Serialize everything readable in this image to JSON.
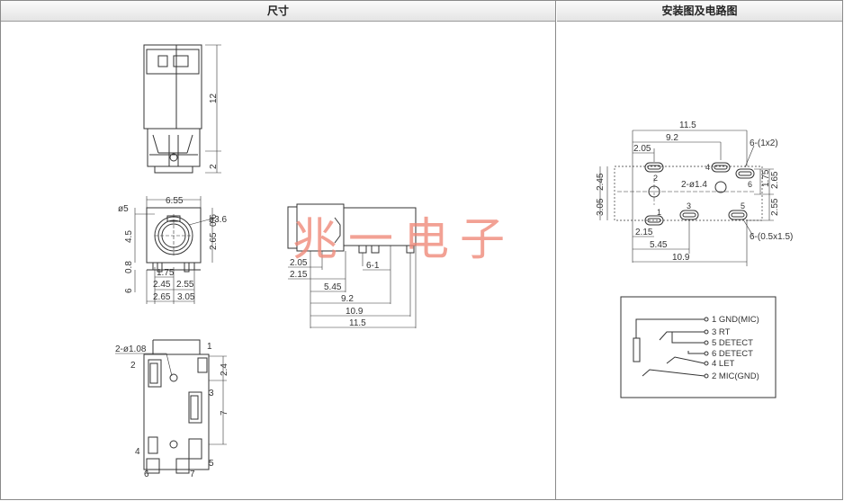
{
  "headers": {
    "dimensions": "尺寸",
    "install": "安装图及电路图"
  },
  "watermark": "兆一电子",
  "top_view": {
    "d12": "12",
    "d2": "2"
  },
  "front_view": {
    "d655": "6.55",
    "dphi5": "ø5",
    "dphi36": "ø3.6",
    "d45": "4.5",
    "d265": "2.65",
    "d06": "0.6",
    "d08": "0.8",
    "d175": "1.75",
    "d245": "2.45",
    "d255": "2.55",
    "d265b": "2.65",
    "d305": "3.05",
    "d6": "6"
  },
  "side_view": {
    "d205": "2.05",
    "d215": "2.15",
    "d61": "6-1",
    "d545": "5.45",
    "d92": "9.2",
    "d109": "10.9",
    "d115": "11.5"
  },
  "bottom_view": {
    "hole": "2-ø1.08",
    "p1": "1",
    "p2": "2",
    "p3": "3",
    "p4": "4",
    "p5": "5",
    "p6": "6",
    "p7": "7",
    "d24": "2.4",
    "d7": "7"
  },
  "pcb": {
    "d115": "11.5",
    "d92": "9.2",
    "d205": "2.05",
    "d245": "2.45",
    "d305": "3.05",
    "dphi14": "2-ø1.4",
    "slot1": "6-(1x2)",
    "slot2": "6-(0.5x1.5)",
    "d175": "1.75",
    "d265": "2.65",
    "d255": "2.55",
    "d215": "2.15",
    "d545": "5.45",
    "d109": "10.9",
    "p1": "1",
    "p2": "2",
    "p3": "3",
    "p4": "4",
    "p5": "5",
    "p6": "6"
  },
  "circuit": {
    "pins": [
      "1 GND(MIC)",
      "3 RT",
      "5 DETECT",
      "6 DETECT",
      "4 LET",
      "2 MIC(GND)"
    ]
  }
}
